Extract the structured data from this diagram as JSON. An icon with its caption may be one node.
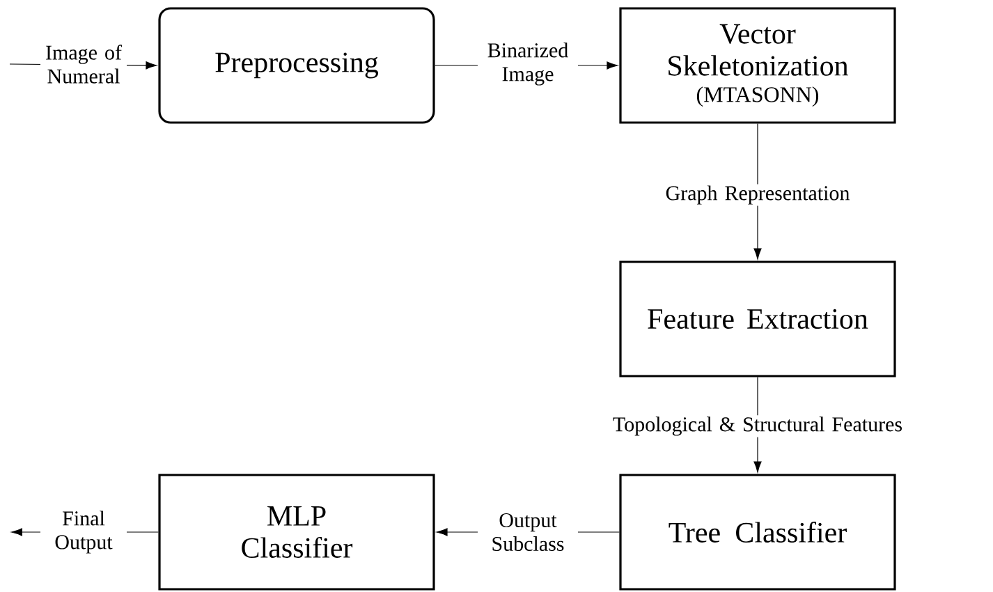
{
  "diagram": {
    "nodes": [
      {
        "text": [
          "Preprocessing"
        ]
      },
      {
        "text": [
          "Vector Skeletonization",
          "(MTASONN)"
        ]
      },
      {
        "text": [
          "Feature Extraction"
        ]
      },
      {
        "text": [
          "Tree Classifier"
        ]
      },
      {
        "text": [
          "MLP Classifier"
        ]
      }
    ],
    "edges": [
      {
        "from": null,
        "to": 0,
        "arrow": "to",
        "label": "Image of Numeral"
      },
      {
        "from": 0,
        "to": 1,
        "arrow": "to",
        "label": "Binarized Image"
      },
      {
        "from": 1,
        "to": 2,
        "arrow": "to",
        "label": "Graph Representation"
      },
      {
        "from": 2,
        "to": 3,
        "arrow": "to",
        "label": "Topological & Structural Features"
      },
      {
        "from": 3,
        "to": 4,
        "arrow": "to",
        "label": "Output Subclass"
      },
      {
        "from": 4,
        "to": null,
        "arrow": "to",
        "label": "Final Output"
      }
    ]
  }
}
